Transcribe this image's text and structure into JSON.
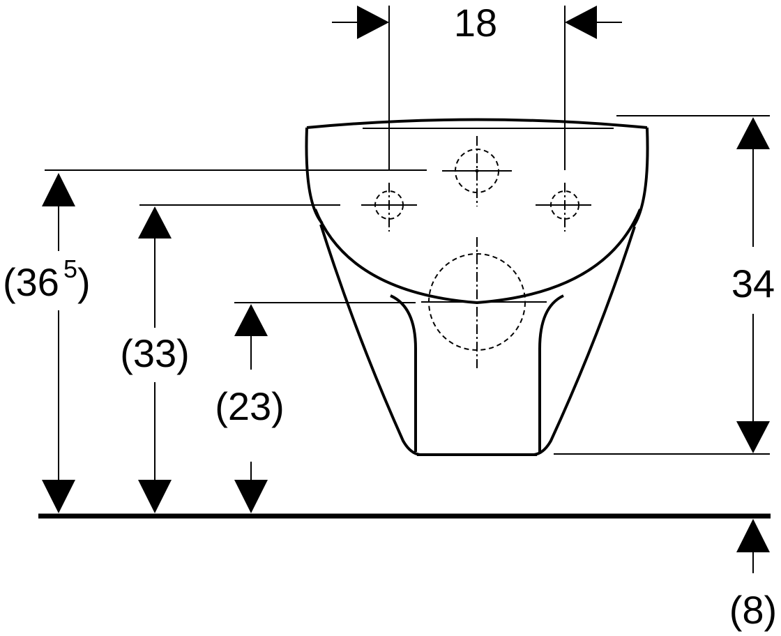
{
  "dimensions": {
    "top_spacing": "18",
    "overall_height": "34",
    "height_36": {
      "main": "(36",
      "superscript": "5",
      "close": ")"
    },
    "height_33": "(33)",
    "height_23": "(23)",
    "floor_offset": "(8)"
  },
  "colors": {
    "line": "#000000",
    "background": "#ffffff"
  }
}
